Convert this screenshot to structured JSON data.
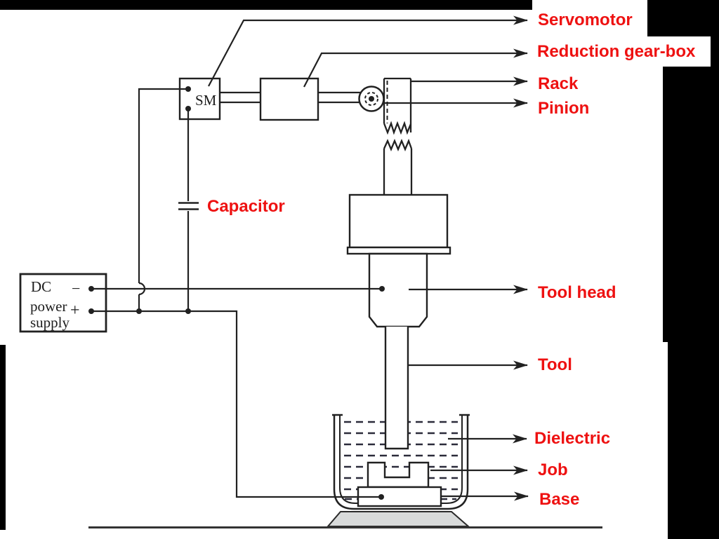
{
  "labels": {
    "servomotor": "Servomotor",
    "reduction_gearbox": "Reduction gear-box",
    "rack": "Rack",
    "pinion": "Pinion",
    "capacitor": "Capacitor",
    "tool_head": "Tool head",
    "tool": "Tool",
    "dielectric": "Dielectric",
    "job": "Job",
    "base": "Base"
  },
  "schematic_text": {
    "servo_motor_abbrev": "SM",
    "power_supply_line1": "DC",
    "power_supply_line2": "power",
    "power_supply_line3": "supply",
    "negative_terminal": "−",
    "positive_terminal": "+"
  },
  "colors": {
    "label_red": "#ee1111",
    "line_dark": "#212121",
    "stand_gray": "#d8dada",
    "frame_black": "#000000",
    "background": "#ffffff"
  }
}
